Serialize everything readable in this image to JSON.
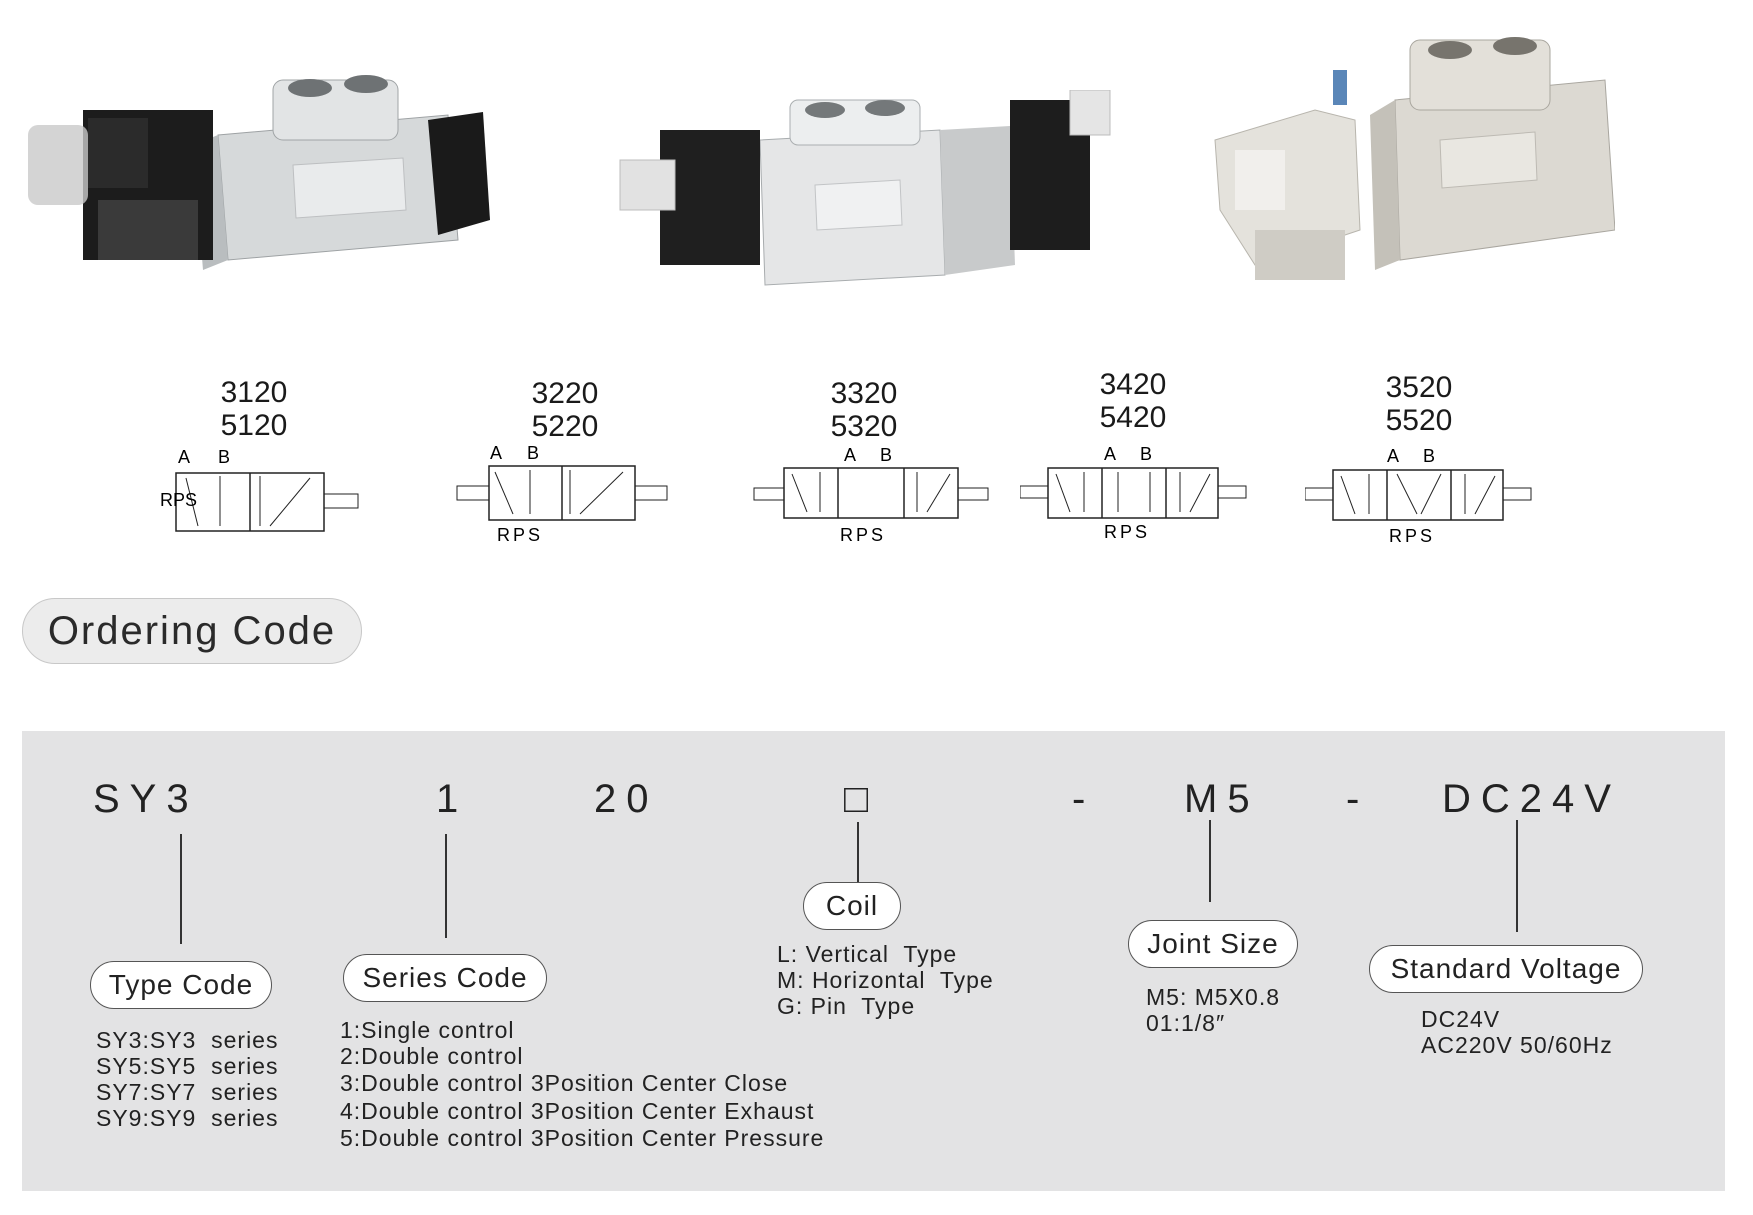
{
  "models": [
    {
      "line1": "3120",
      "line2": "5120"
    },
    {
      "line1": "3220",
      "line2": "5220"
    },
    {
      "line1": "3320",
      "line2": "5320"
    },
    {
      "line1": "3420",
      "line2": "5420"
    },
    {
      "line1": "3520",
      "line2": "5520"
    }
  ],
  "symbol_labels": {
    "a": "A",
    "b": "B",
    "rps": "RPS"
  },
  "section_title": "Ordering Code",
  "code": {
    "type": "SY3",
    "series": "1",
    "size": "20",
    "coil": "□",
    "dash1": "-",
    "joint": "M5",
    "dash2": "-",
    "voltage": "DC24V"
  },
  "type_code": {
    "label": "Type  Code",
    "options": [
      "SY3:SY3  series",
      "SY5:SY5  series",
      "SY7:SY7  series",
      "SY9:SY9  series"
    ]
  },
  "series_code": {
    "label": "Series  Code",
    "options": [
      "1:Single control",
      "2:Double control",
      "3:Double control 3Position Center Close",
      "4:Double control 3Position Center Exhaust",
      "5:Double control 3Position Center Pressure"
    ]
  },
  "coil": {
    "label": "Coil",
    "options": [
      "L: Vertical  Type",
      "M: Horizontal  Type",
      "G: Pin  Type"
    ]
  },
  "joint_size": {
    "label": "Joint  Size",
    "options": [
      "M5: M5X0.8",
      "01:1/8″"
    ]
  },
  "standard_voltage": {
    "label": "Standard  Voltage",
    "options": [
      "DC24V",
      "AC220V 50/60Hz"
    ]
  }
}
